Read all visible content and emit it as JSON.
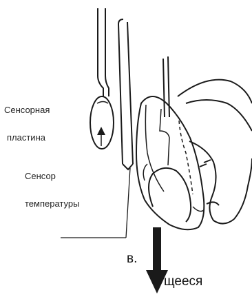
{
  "labels": {
    "sensor_plate_line1": "Сенсорная",
    "sensor_plate_line2": "пластина",
    "temp_sensor_line1": "Сенсор",
    "temp_sensor_line2": "температуры"
  },
  "cropped_text": {
    "line1_fragment": "в.",
    "line2_fragment": "щееся"
  },
  "colors": {
    "ink": "#1a1a1a",
    "background": "#ffffff"
  }
}
